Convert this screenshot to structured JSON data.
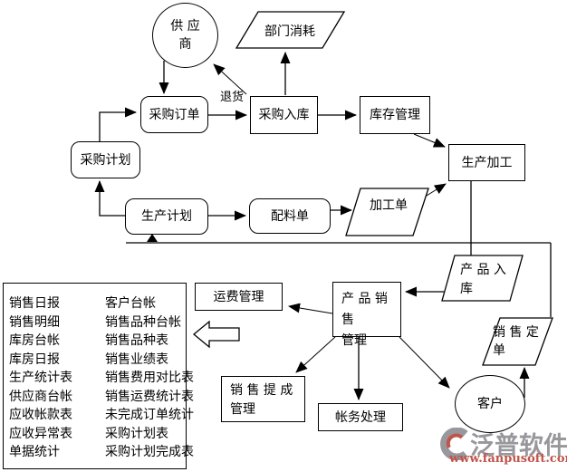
{
  "diagram": {
    "nodes": {
      "supplier": {
        "label": "供 应\n商",
        "shape": "circle"
      },
      "dept_consumption": {
        "label": "部门消耗",
        "shape": "parallelogram"
      },
      "purchase_order": {
        "label": "采购订单",
        "shape": "rounded-rect"
      },
      "purchase_inbound": {
        "label": "采购入库",
        "shape": "rect"
      },
      "inventory_mgmt": {
        "label": "库存管理",
        "shape": "rect"
      },
      "purchase_plan": {
        "label": "采购计划",
        "shape": "rounded-rect"
      },
      "production_plan": {
        "label": "生产计划",
        "shape": "rounded-rect"
      },
      "ingredient_list": {
        "label": "配料单",
        "shape": "rounded-rect"
      },
      "processing_order": {
        "label": "加工单",
        "shape": "parallelogram"
      },
      "production_processing": {
        "label": "生产加工",
        "shape": "rect"
      },
      "product_inbound": {
        "label": "产 品 入\n库",
        "shape": "parallelogram"
      },
      "product_sales_mgmt": {
        "label": "产 品 销 售\n管理",
        "shape": "rect"
      },
      "freight_mgmt": {
        "label": "运费管理",
        "shape": "rect"
      },
      "sales_commission_mgmt": {
        "label": "销 售 提 成\n管理",
        "shape": "rect"
      },
      "accounting": {
        "label": "帐务处理",
        "shape": "rect"
      },
      "customer": {
        "label": "客户",
        "shape": "circle"
      },
      "sales_order": {
        "label": "销 售 定\n单",
        "shape": "parallelogram"
      }
    },
    "edge_labels": {
      "return_goods": "退货"
    },
    "reports_box": {
      "left_column": [
        "销售日报",
        "销售明细",
        "库房台帐",
        "库房日报",
        "生产统计表",
        "供应商台帐",
        "应收帐款表",
        "应收异常表",
        "单据统计"
      ],
      "right_column": [
        "客户台帐",
        "销售品种台帐",
        "销售品种表",
        "销售业绩表",
        "销售费用对比表",
        "销售运费统计表",
        "未完成订单统计",
        "采购计划表",
        "采购计划完成表"
      ]
    }
  },
  "watermark": {
    "brand": "泛普软件",
    "url": "www.fanpusoft.com",
    "brand_color": "#98979c",
    "url_color": "#c0544a"
  },
  "colors": {
    "line": "#000000",
    "background": "#ffffff",
    "text": "#000000"
  }
}
